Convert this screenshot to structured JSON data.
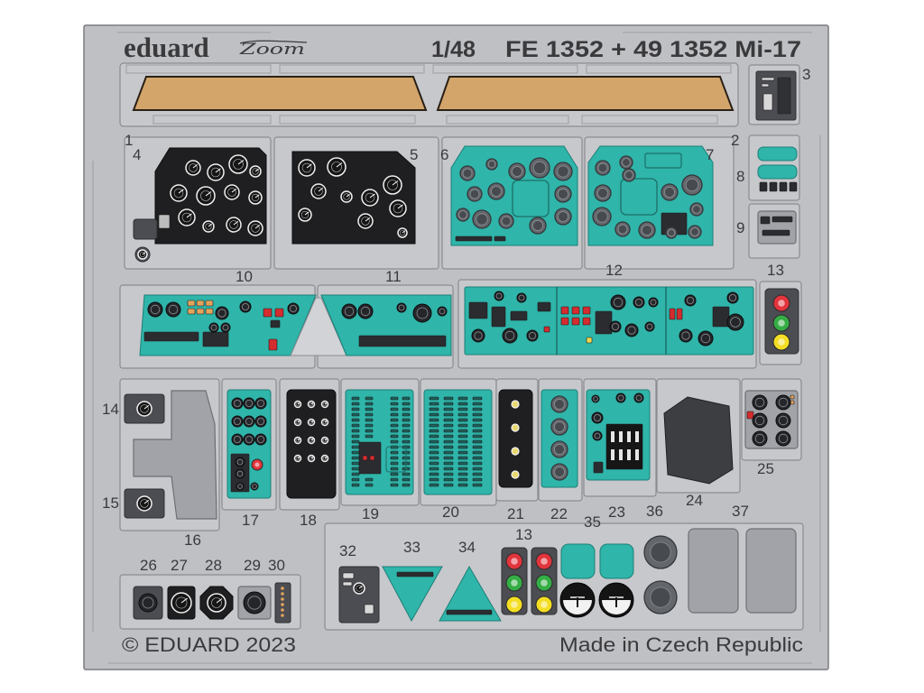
{
  "header": {
    "brand": "eduard",
    "logo_text": "Zoom",
    "scale": "1/48",
    "product": "FE 1352 + 49 1352 Mi-17"
  },
  "part_labels": [
    "1",
    "2",
    "3",
    "4",
    "5",
    "6",
    "7",
    "8",
    "9",
    "10",
    "11",
    "12",
    "13",
    "14",
    "15",
    "16",
    "17",
    "18",
    "19",
    "20",
    "21",
    "22",
    "23",
    "24",
    "25",
    "26",
    "27",
    "28",
    "29",
    "30",
    "32",
    "33",
    "34",
    "13",
    "35",
    "36",
    "37"
  ],
  "footer": {
    "copyright": "© EDUARD 2023",
    "origin": "Made in Czech Republic"
  },
  "colors": {
    "fret": "#bfc0c4",
    "panel_teal": "#2fb5aa",
    "panel_black": "#1f1f21",
    "windscreen_tan": "#d3a56b",
    "lamp_red": "#e2343d",
    "lamp_green": "#35ad45",
    "lamp_yellow": "#f4de24"
  }
}
